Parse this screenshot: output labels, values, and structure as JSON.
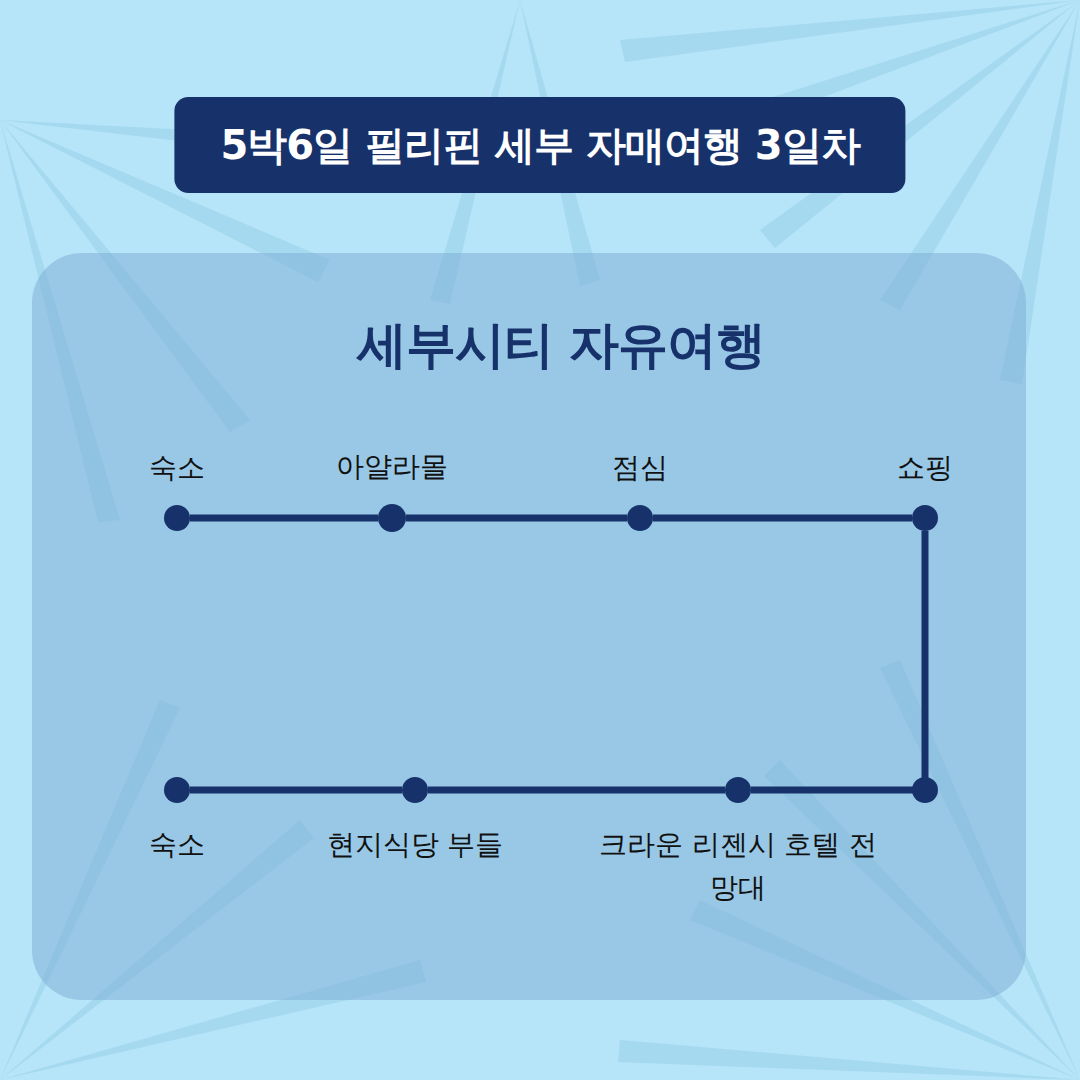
{
  "diagram": {
    "title": "5박6일 필리핀 세부 자매여행 3일차",
    "nodes": [
      {
        "text": [
          "숙소"
        ]
      },
      {
        "text": [
          "아얄라몰"
        ]
      },
      {
        "text": [
          "점심"
        ]
      },
      {
        "text": [
          "쇼핑"
        ]
      },
      {
        "text": [
          "크라운 리젠시 호텔 전망대"
        ]
      },
      {
        "text": [
          "현지식당 부들"
        ]
      },
      {
        "text": [
          "숙소"
        ]
      }
    ],
    "edges": [
      {
        "from": 0,
        "to": 1,
        "arrow": "none"
      },
      {
        "from": 1,
        "to": 2,
        "arrow": "none"
      },
      {
        "from": 2,
        "to": 3,
        "arrow": "none"
      },
      {
        "from": 3,
        "to": 4,
        "arrow": "none"
      },
      {
        "from": 4,
        "to": 5,
        "arrow": "none"
      },
      {
        "from": 5,
        "to": 6,
        "arrow": "none"
      }
    ],
    "labels": [
      "세부시티 자유여행"
    ]
  }
}
